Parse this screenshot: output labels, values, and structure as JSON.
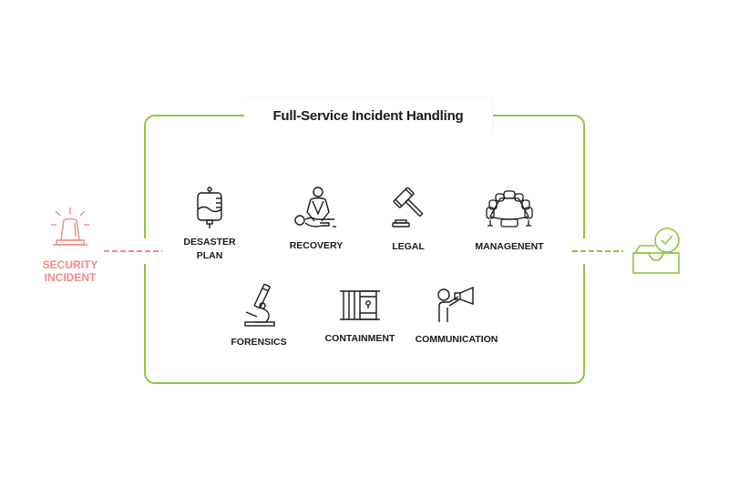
{
  "diagram": {
    "title": "Full-Service Incident Handling",
    "colors": {
      "frame": "#8dc63f",
      "incident": "#f08a84",
      "resolved": "#8dc63f",
      "text": "#1a1a1a"
    },
    "input": {
      "label_line1": "SECURITY",
      "label_line2": "INCIDENT",
      "icon": "siren-icon"
    },
    "output": {
      "icon": "inbox-check-icon"
    },
    "services": [
      {
        "label_line1": "DESASTER",
        "label_line2": "PLAN",
        "icon": "iv-bag-icon"
      },
      {
        "label_line1": "RECOVERY",
        "icon": "cpr-icon"
      },
      {
        "label_line1": "LEGAL",
        "icon": "gavel-icon"
      },
      {
        "label_line1": "MANAGENENT",
        "icon": "conference-table-icon"
      },
      {
        "label_line1": "FORENSICS",
        "icon": "microscope-icon"
      },
      {
        "label_line1": "CONTAINMENT",
        "icon": "jail-cell-icon"
      },
      {
        "label_line1": "COMMUNICATION",
        "icon": "megaphone-person-icon"
      }
    ]
  }
}
